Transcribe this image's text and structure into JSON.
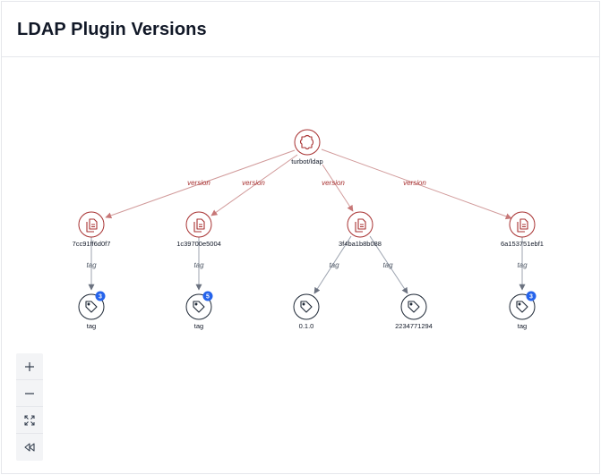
{
  "header": {
    "title": "LDAP Plugin Versions"
  },
  "colors": {
    "version_node": "#a83232",
    "version_edge": "#d19a9a",
    "tag_node": "#1f2937",
    "tag_edge": "#9ca3af",
    "badge": "#2563eb"
  },
  "graph": {
    "root": {
      "label": "turbot/ldap",
      "icon": "plugin-icon"
    },
    "version_edges": [
      "version",
      "version",
      "version",
      "version"
    ],
    "versions": [
      {
        "label": "7cc91ff6d0f7",
        "icon": "version-doc-icon"
      },
      {
        "label": "1c39700e5004",
        "icon": "version-doc-icon"
      },
      {
        "label": "3f4ba1b8b088",
        "icon": "version-doc-icon"
      },
      {
        "label": "6a153751ebf1",
        "icon": "version-doc-icon"
      }
    ],
    "tag_edges": [
      "tag",
      "tag",
      "tag",
      "tag",
      "tag"
    ],
    "tags": [
      {
        "label": "tag",
        "badge": "3",
        "icon": "tag-icon"
      },
      {
        "label": "tag",
        "badge": "5",
        "icon": "tag-icon"
      },
      {
        "label": "0.1.0",
        "badge": "",
        "icon": "tag-icon"
      },
      {
        "label": "2234771294",
        "badge": "",
        "icon": "tag-icon"
      },
      {
        "label": "tag",
        "badge": "3",
        "icon": "tag-icon"
      }
    ]
  },
  "controls": [
    {
      "name": "zoom-in-button",
      "icon": "plus-icon"
    },
    {
      "name": "zoom-out-button",
      "icon": "minus-icon"
    },
    {
      "name": "fit-view-button",
      "icon": "expand-icon"
    },
    {
      "name": "reset-layout-button",
      "icon": "rewind-icon"
    }
  ]
}
